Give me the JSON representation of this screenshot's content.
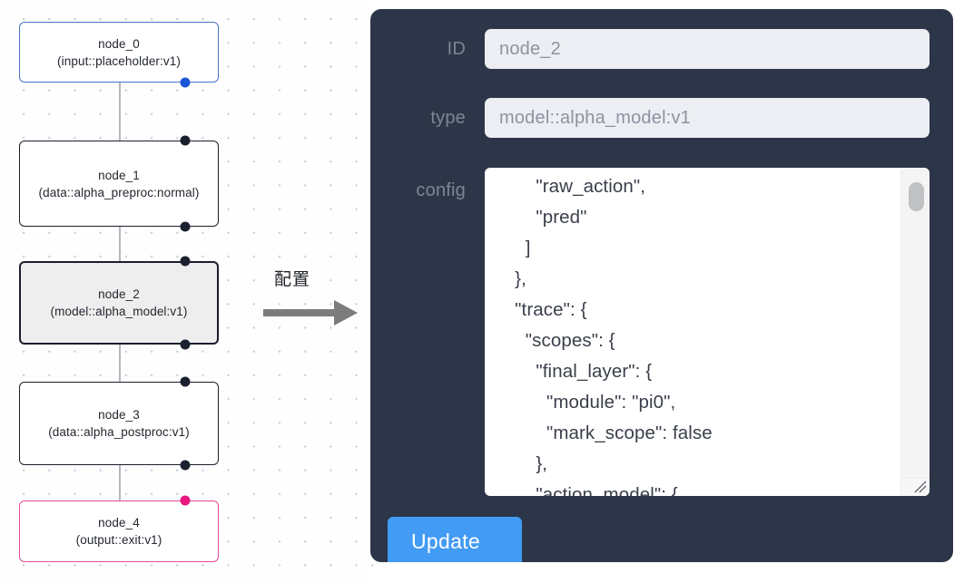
{
  "canvas": {
    "nodes": [
      {
        "id": "node_0",
        "type": "(input::placeholder:v1)",
        "style": "input"
      },
      {
        "id": "node_1",
        "type": "(data::alpha_preproc:normal)",
        "style": "default"
      },
      {
        "id": "node_2",
        "type": "(model::alpha_model:v1)",
        "style": "selected"
      },
      {
        "id": "node_3",
        "type": "(data::alpha_postproc:v1)",
        "style": "default"
      },
      {
        "id": "node_4",
        "type": "(output::exit:v1)",
        "style": "output"
      }
    ]
  },
  "arrow": {
    "label": "配置"
  },
  "panel": {
    "fields": {
      "id": {
        "label": "ID",
        "value": "node_2"
      },
      "type": {
        "label": "type",
        "value": "model::alpha_model:v1"
      },
      "config": {
        "label": "config",
        "value": "        \"raw_action\",\n        \"pred\"\n      ]\n    },\n    \"trace\": {\n      \"scopes\": {\n        \"final_layer\": {\n          \"module\": \"pi0\",\n          \"mark_scope\": false\n        },\n        \"action_model\": {"
      }
    },
    "update_label": "Update"
  },
  "colors": {
    "panel_bg": "#2d3648",
    "input_bg": "#eceef3",
    "label_text": "#7c8495",
    "value_text": "#8d93a1",
    "update_button": "#429bf4",
    "node_input_border": "#4a73c4",
    "node_default_border": "#1a1f2b",
    "node_selected_fill": "#eeeeee",
    "node_output_border": "#e24a96",
    "port_dark": "#1b2030",
    "port_blue": "#1a56d6",
    "port_pink": "#e8187e",
    "edge": "#b4b7bd",
    "grid_dot": "#c9ccd4"
  }
}
